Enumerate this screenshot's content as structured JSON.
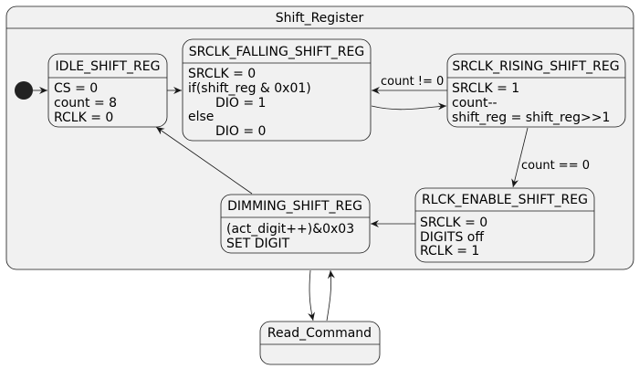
{
  "composite": {
    "title": "Shift_Register"
  },
  "states": {
    "idle": {
      "title": "IDLE_SHIFT_REG",
      "lines": [
        "CS = 0",
        "count = 8",
        "RCLK = 0"
      ]
    },
    "falling": {
      "title": "SRCLK_FALLING_SHIFT_REG",
      "lines": [
        "SRCLK = 0",
        "if(shift_reg & 0x01)",
        "DIO = 1",
        "else",
        "DIO = 0"
      ]
    },
    "rising": {
      "title": "SRCLK_RISING_SHIFT_REG",
      "lines": [
        "SRCLK = 1",
        "count--",
        "shift_reg = shift_reg>>1"
      ]
    },
    "rlck": {
      "title": "RLCK_ENABLE_SHIFT_REG",
      "lines": [
        "SRCLK = 0",
        "DIGITS off",
        "RCLK = 1"
      ]
    },
    "dimming": {
      "title": "DIMMING_SHIFT_REG",
      "lines": [
        "(act_digit++)&0x03",
        "SET DIGIT"
      ]
    },
    "read": {
      "title": "Read_Command"
    }
  },
  "transitions": {
    "rising_to_falling": "count != 0",
    "rising_to_rlck": "count == 0"
  }
}
